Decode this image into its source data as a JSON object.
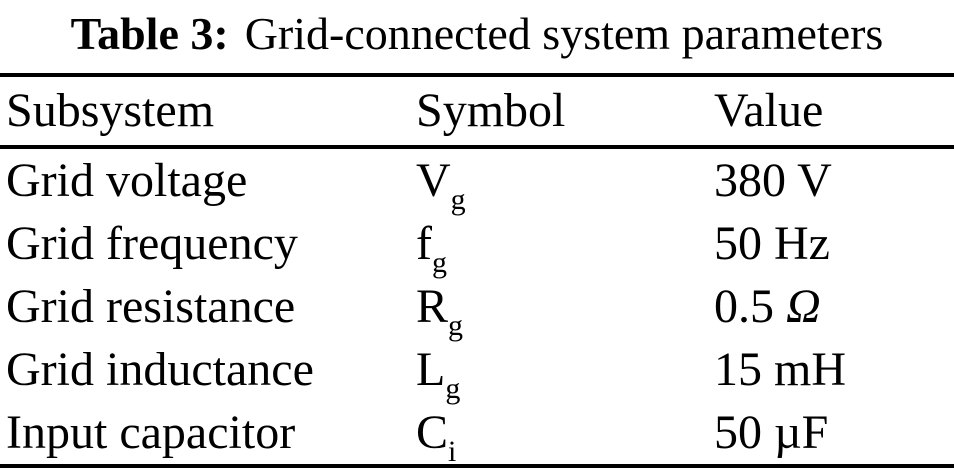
{
  "caption": {
    "label": "Table 3:",
    "text": "Grid-connected system parameters"
  },
  "table": {
    "headers": {
      "subsystem": "Subsystem",
      "symbol": "Symbol",
      "value": "Value"
    },
    "rows": [
      {
        "name": "Grid voltage",
        "sym": "V",
        "sub": "g",
        "val": "380 V",
        "val_italic": ""
      },
      {
        "name": "Grid frequency",
        "sym": "f",
        "sub": "g",
        "val": "50 Hz",
        "val_italic": ""
      },
      {
        "name": "Grid resistance",
        "sym": "R",
        "sub": "g",
        "val": "0.5 ",
        "val_italic": "Ω"
      },
      {
        "name": "Grid inductance",
        "sym": "L",
        "sub": "g",
        "val": "15 mH",
        "val_italic": ""
      },
      {
        "name": "Input capacitor",
        "sym": "C",
        "sub": "i",
        "val": "50 µF",
        "val_italic": ""
      }
    ]
  }
}
